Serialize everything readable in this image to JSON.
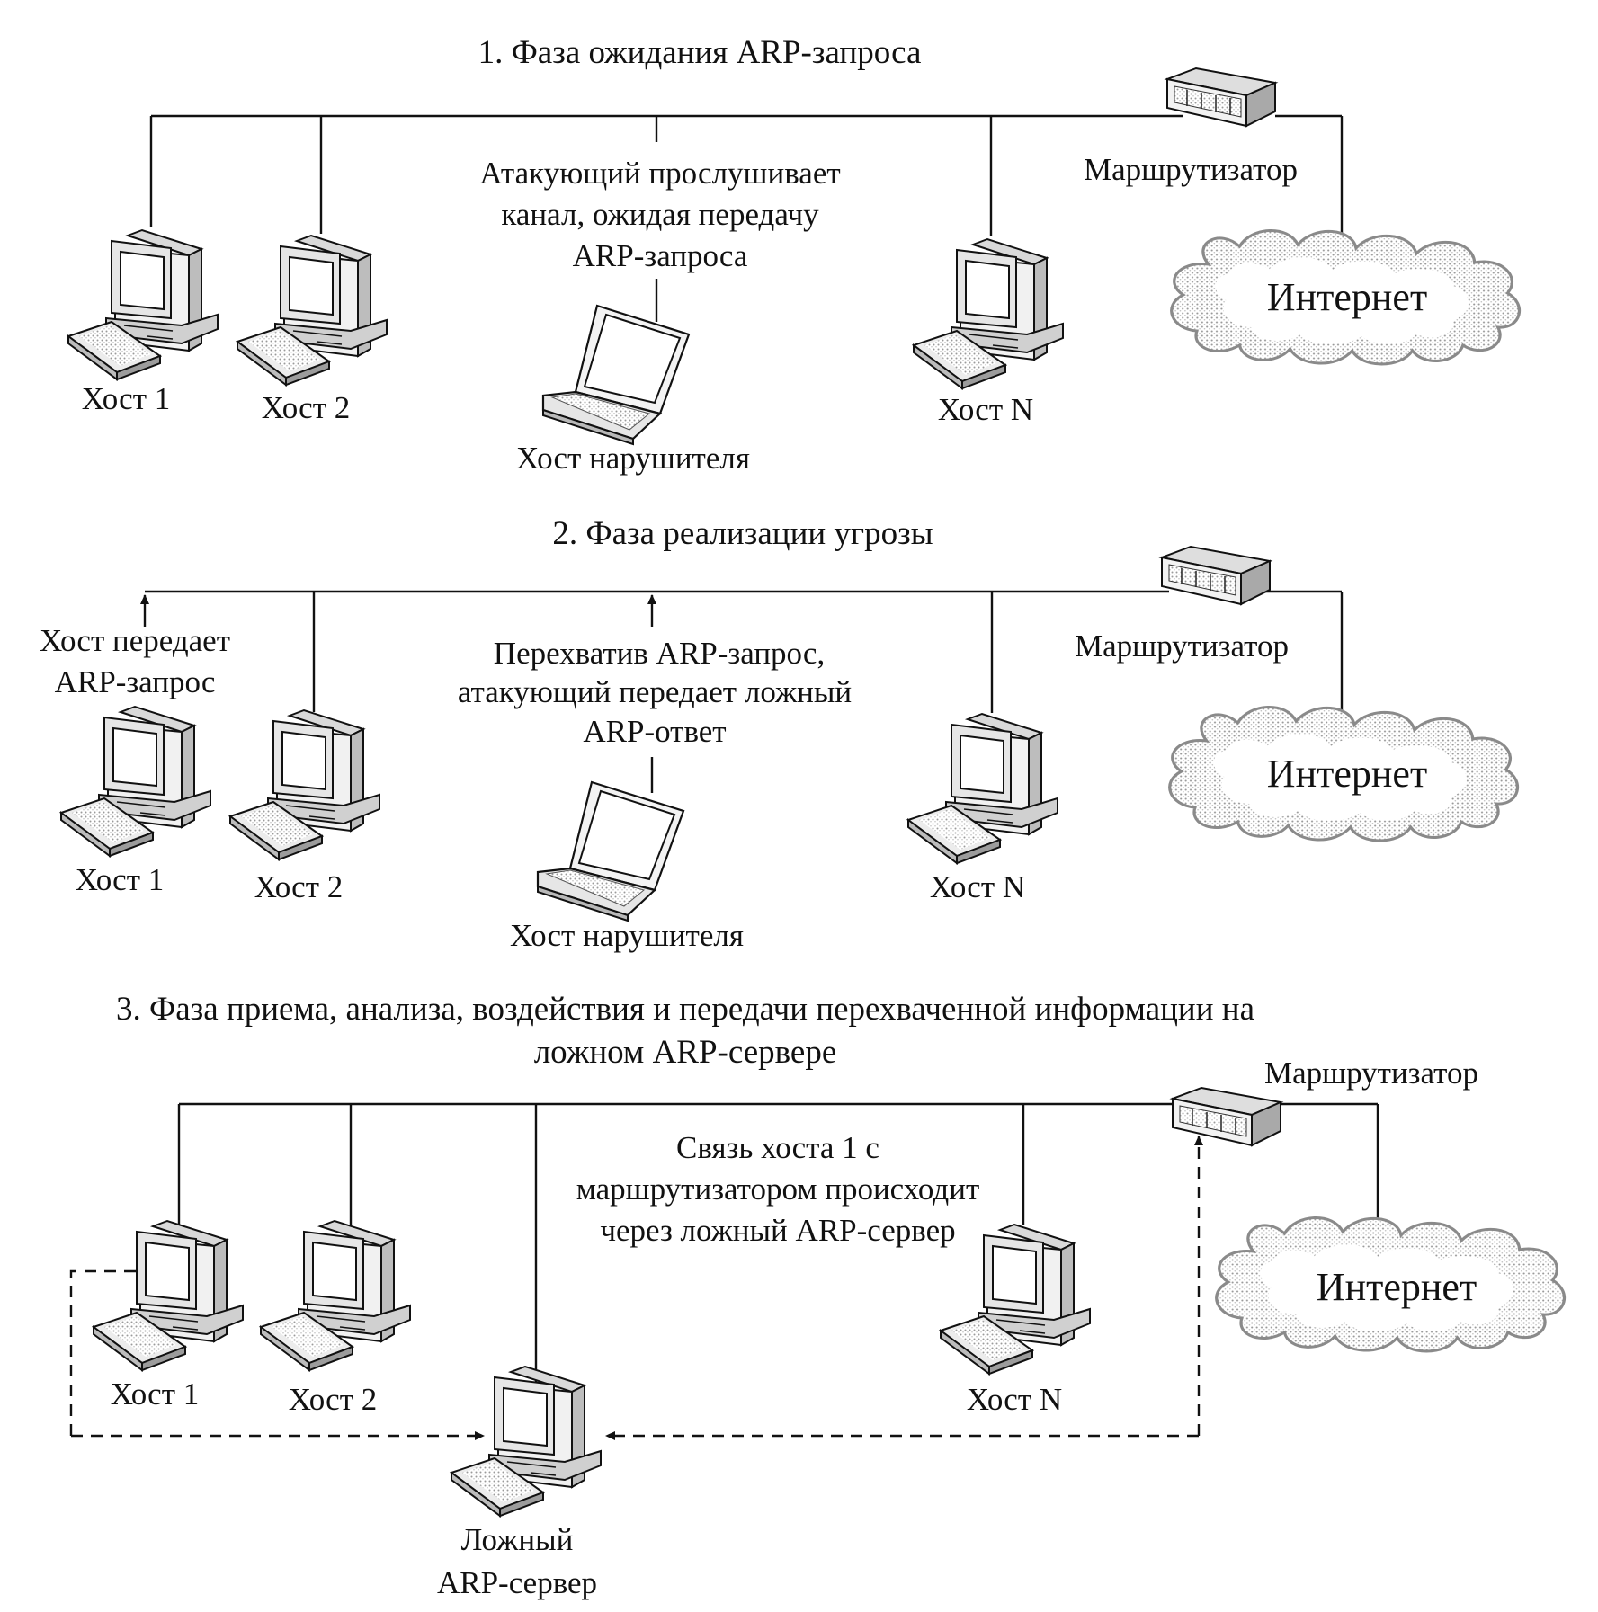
{
  "phases": [
    {
      "title": "1. Фаза ожидания ARP-запроса",
      "router_label": "Маршрутизатор",
      "internet_label": "Интернет",
      "note": [
        "Атакующий прослушивает",
        "канал, ожидая передачу",
        "ARP-запроса"
      ],
      "hosts": [
        "Хост 1",
        "Хост 2",
        "Хост N"
      ],
      "attacker_label": "Хост нарушителя"
    },
    {
      "title": "2. Фаза реализации угрозы",
      "router_label": "Маршрутизатор",
      "internet_label": "Интернет",
      "host1_note": [
        "Хост передает",
        "ARP-запрос"
      ],
      "note": [
        "Перехватив ARP-запрос,",
        "атакующий передает ложный",
        "ARP-ответ"
      ],
      "hosts": [
        "Хост 1",
        "Хост 2",
        "Хост N"
      ],
      "attacker_label": "Хост нарушителя"
    },
    {
      "title": [
        "3. Фаза приема, анализа, воздействия и передачи перехваченной информации на",
        "ложном ARP-сервере"
      ],
      "router_label": "Маршрутизатор",
      "internet_label": "Интернет",
      "note": [
        "Связь хоста 1 с",
        "маршрутизатором происходит",
        "через ложный ARP-сервер"
      ],
      "hosts": [
        "Хост 1",
        "Хост 2",
        "Хост N"
      ],
      "fake_server_label": [
        "Ложный",
        "ARP-сервер"
      ]
    }
  ]
}
